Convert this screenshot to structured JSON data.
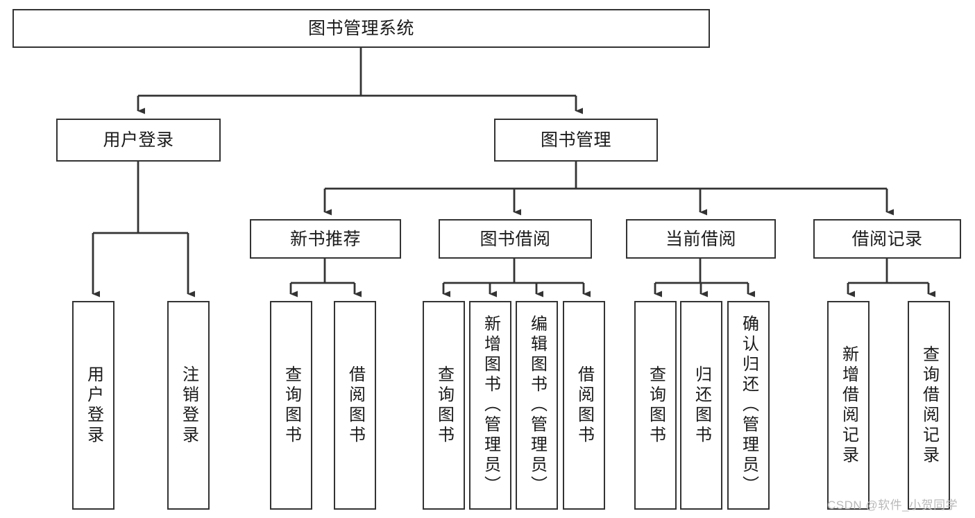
{
  "diagram": {
    "title": "图书管理系统",
    "type": "hierarchy-tree",
    "root": {
      "id": "root",
      "label": "图书管理系统",
      "orientation": "horizontal"
    },
    "level1": [
      {
        "id": "user-login",
        "label": "用户登录",
        "orientation": "horizontal"
      },
      {
        "id": "book-management",
        "label": "图书管理",
        "orientation": "horizontal"
      }
    ],
    "level2": [
      {
        "id": "new-book-recommend",
        "label": "新书推荐",
        "orientation": "horizontal"
      },
      {
        "id": "book-borrow",
        "label": "图书借阅",
        "orientation": "horizontal"
      },
      {
        "id": "current-borrow",
        "label": "当前借阅",
        "orientation": "horizontal"
      },
      {
        "id": "borrow-record",
        "label": "借阅记录",
        "orientation": "horizontal"
      }
    ],
    "leaves": {
      "user_login": [
        {
          "id": "leaf-user-login",
          "label": "用户登录",
          "orientation": "vertical"
        },
        {
          "id": "leaf-logout-login",
          "label": "注销登录",
          "orientation": "vertical"
        }
      ],
      "new_book_recommend": [
        {
          "id": "leaf-query-book-1",
          "label": "查询图书",
          "orientation": "vertical"
        },
        {
          "id": "leaf-borrow-book-1",
          "label": "借阅图书",
          "orientation": "vertical"
        }
      ],
      "book_borrow": [
        {
          "id": "leaf-query-book-2",
          "label": "查询图书",
          "orientation": "vertical"
        },
        {
          "id": "leaf-add-book",
          "label": "新增图书（管理员）",
          "orientation": "vertical"
        },
        {
          "id": "leaf-edit-book",
          "label": "编辑图书（管理员）",
          "orientation": "vertical"
        },
        {
          "id": "leaf-borrow-book-2",
          "label": "借阅图书",
          "orientation": "vertical"
        }
      ],
      "current_borrow": [
        {
          "id": "leaf-query-book-3",
          "label": "查询图书",
          "orientation": "vertical"
        },
        {
          "id": "leaf-return-book",
          "label": "归还图书",
          "orientation": "vertical"
        },
        {
          "id": "leaf-confirm-return",
          "label": "确认归还（管理员）",
          "orientation": "vertical"
        }
      ],
      "borrow_record": [
        {
          "id": "leaf-add-record",
          "label": "新增借阅记录",
          "orientation": "vertical"
        },
        {
          "id": "leaf-query-record",
          "label": "查询借阅记录",
          "orientation": "vertical"
        }
      ]
    },
    "colors": {
      "box_border": "#333333",
      "box_fill": "#ffffff",
      "connector": "#333333",
      "text": "#1a1a1a",
      "watermark": "#b9b9b9"
    }
  },
  "watermark": {
    "text": "CSDN @软件_小贺同学"
  }
}
